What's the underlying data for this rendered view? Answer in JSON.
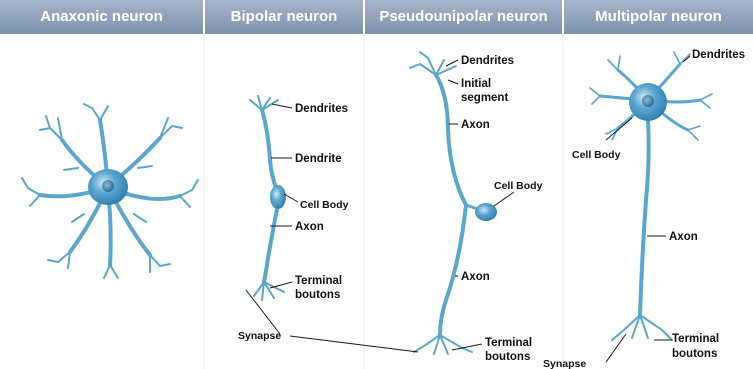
{
  "columns": [
    {
      "title": "Anaxonic neuron"
    },
    {
      "title": "Bipolar neuron"
    },
    {
      "title": "Pseudounipolar neuron"
    },
    {
      "title": "Multipolar neuron"
    }
  ],
  "labels": {
    "bipolar": {
      "dendrites": "Dendrites",
      "dendrite": "Dendrite",
      "cell_body": "Cell Body",
      "axon": "Axon",
      "terminal_1": "Terminal",
      "terminal_2": "boutons",
      "synapse": "Synapse"
    },
    "pseudo": {
      "dendrites": "Dendrites",
      "initial_1": "Initial",
      "initial_2": "segment",
      "axon_top": "Axon",
      "cell_body": "Cell Body",
      "axon_bottom": "Axon",
      "terminal_1": "Terminal",
      "terminal_2": "boutons"
    },
    "multi": {
      "dendrites": "Dendrites",
      "cell_body": "Cell Body",
      "axon": "Axon",
      "terminal_1": "Terminal",
      "terminal_2": "boutons",
      "synapse": "Synapse"
    }
  },
  "colors": {
    "header": "#8a9cb4",
    "neuron": "#5aa6cf",
    "neuron_dark": "#2e7fb0",
    "neuron_light": "#a9d2ea"
  }
}
